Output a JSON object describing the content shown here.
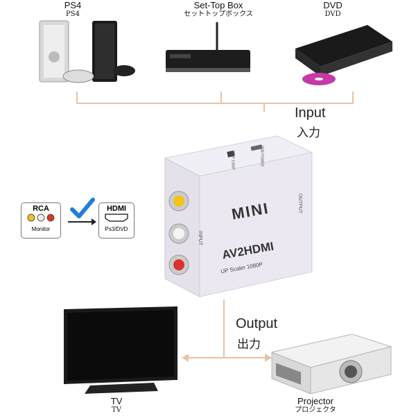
{
  "sources": [
    {
      "name_en": "PS4",
      "name_jp": "PS4",
      "icon": "game-console-icon"
    },
    {
      "name_en": "Set-Top Box",
      "name_jp": "セットトップボックス",
      "icon": "set-top-box-icon"
    },
    {
      "name_en": "DVD",
      "name_jp": "DVD",
      "icon": "dvd-player-icon"
    }
  ],
  "input": {
    "en": "Input",
    "jp": "入力"
  },
  "output": {
    "en": "Output",
    "jp": "出力"
  },
  "device": {
    "brand": "MINI",
    "model": "AV2HDMI",
    "subtitle": "UP Scaler 1080P",
    "side_input": "INPUT",
    "side_output": "OUTPUT",
    "top_port": "USB POWER",
    "switch": "720P 1080P"
  },
  "conversion": {
    "from": "RCA",
    "from_sub": "Monitor",
    "to": "HDMI",
    "to_sub": "Ps3/DVD"
  },
  "outputs": [
    {
      "name_en": "TV",
      "name_jp": "TV",
      "icon": "tv-icon"
    },
    {
      "name_en": "Projector",
      "name_jp": "プロジェクタ",
      "icon": "projector-icon"
    }
  ],
  "colors": {
    "connector_line": "#e7c3a4",
    "check": "#1f7ed6",
    "rca_yellow": "#f3c21b",
    "rca_red": "#d8342c"
  }
}
